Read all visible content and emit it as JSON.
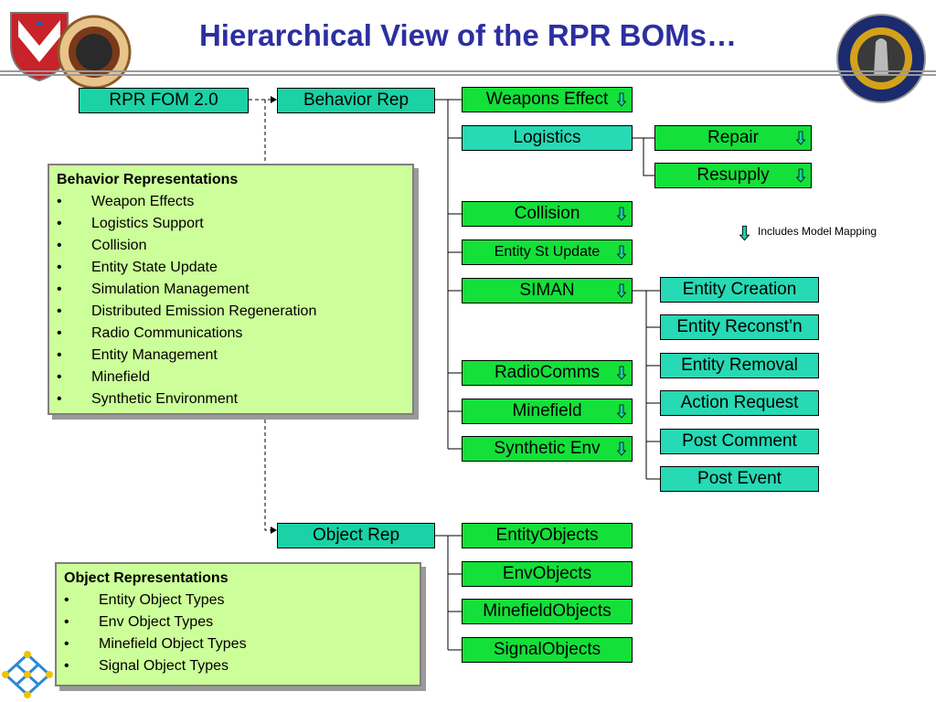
{
  "title": "Hierarchical View of the RPR BOMs…",
  "root": "RPR FOM 2.0",
  "behavior_rep": {
    "label": "Behavior Rep",
    "children": [
      "Weapons Effect",
      "Logistics",
      "Collision",
      "Entity St Update",
      "SIMAN",
      "RadioComms",
      "Minefield",
      "Synthetic Env"
    ],
    "logistics_children": [
      "Repair",
      "Resupply"
    ],
    "siman_children": [
      "Entity Creation",
      "Entity Reconst’n",
      "Entity Removal",
      "Action Request",
      "Post Comment",
      "Post Event"
    ]
  },
  "object_rep": {
    "label": "Object Rep",
    "children": [
      "EntityObjects",
      "EnvObjects",
      "MinefieldObjects",
      "SignalObjects"
    ]
  },
  "behavior_panel": {
    "heading": "Behavior Representations",
    "items": [
      "Weapon Effects",
      "Logistics Support",
      "Collision",
      "Entity State Update",
      "Simulation Management",
      "Distributed Emission Regeneration",
      "Radio Communications",
      "Entity Management",
      "Minefield",
      "Synthetic Environment"
    ]
  },
  "object_panel": {
    "heading": "Object Representations",
    "items": [
      "Entity Object Types",
      "Env Object Types",
      "Minefield Object Types",
      "Signal Object Types"
    ]
  },
  "legend": {
    "text": "Includes Model Mapping",
    "icon": "down-arrow-icon"
  },
  "colors": {
    "title": "#2c2fa0",
    "teal_box": "#1ad2a5",
    "green_box": "#14e03a",
    "panel": "#ccff99"
  }
}
